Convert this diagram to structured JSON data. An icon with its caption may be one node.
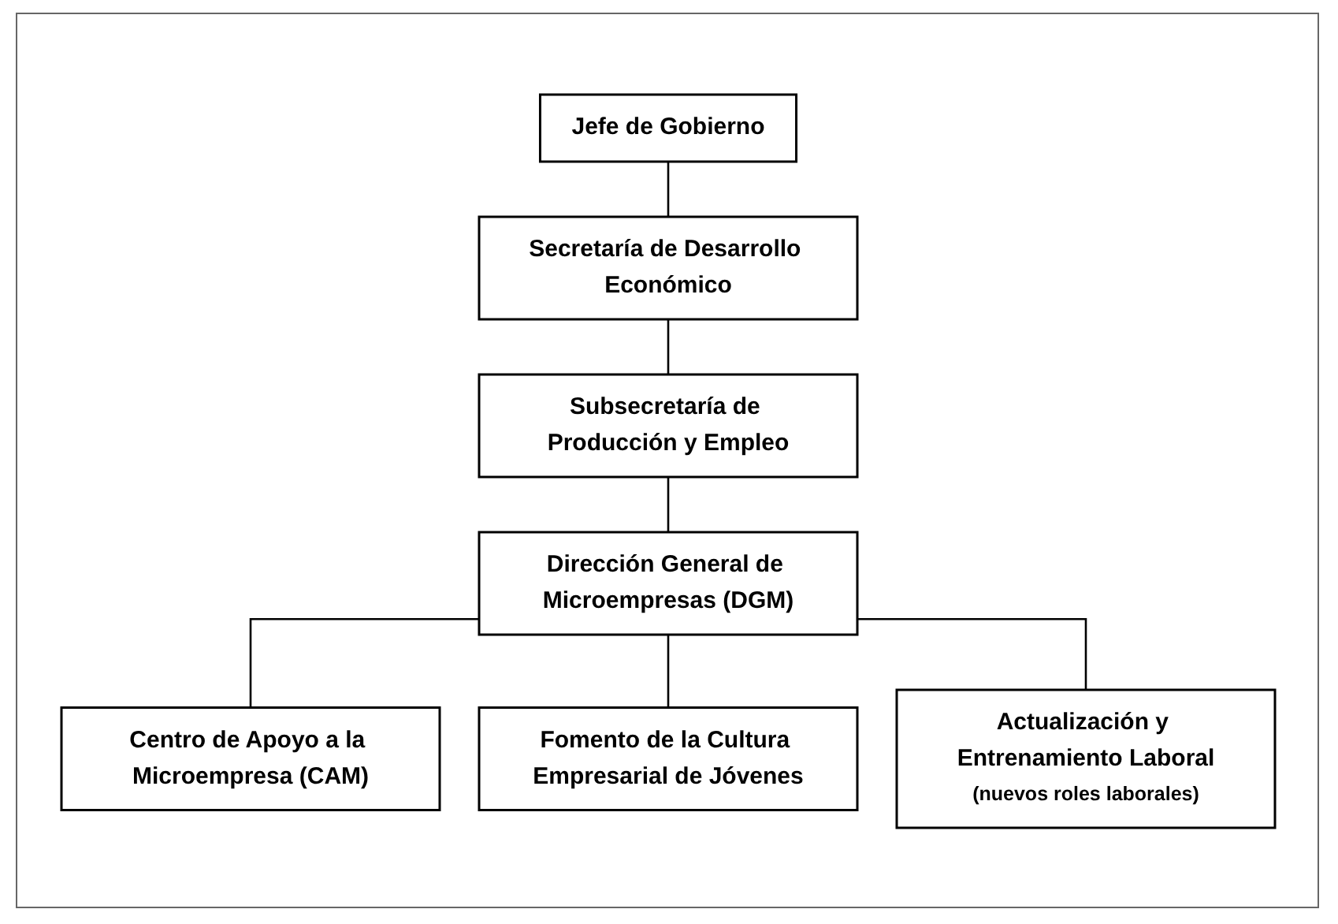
{
  "diagram": {
    "nodes": [
      {
        "text": [
          "Jefe de Gobierno"
        ]
      },
      {
        "text": [
          "Secretaría de Desarrollo Económico"
        ]
      },
      {
        "text": [
          "Subsecretaría de Producción y Empleo"
        ]
      },
      {
        "text": [
          "Dirección General de Microempresas (DGM)"
        ]
      },
      {
        "text": [
          "Centro de Apoyo a la Microempresa (CAM)"
        ]
      },
      {
        "text": [
          "Fomento de la Cultura Empresarial de Jóvenes"
        ]
      },
      {
        "text": [
          "Actualización y Entrenamiento Laboral",
          "(nuevos roles laborales)"
        ]
      }
    ],
    "edges": [
      {
        "from": 0,
        "to": 1,
        "arrow": "none"
      },
      {
        "from": 1,
        "to": 2,
        "arrow": "none"
      },
      {
        "from": 2,
        "to": 3,
        "arrow": "none"
      },
      {
        "from": 3,
        "to": 4,
        "arrow": "none"
      },
      {
        "from": 3,
        "to": 5,
        "arrow": "none"
      },
      {
        "from": 3,
        "to": 6,
        "arrow": "none"
      }
    ]
  }
}
